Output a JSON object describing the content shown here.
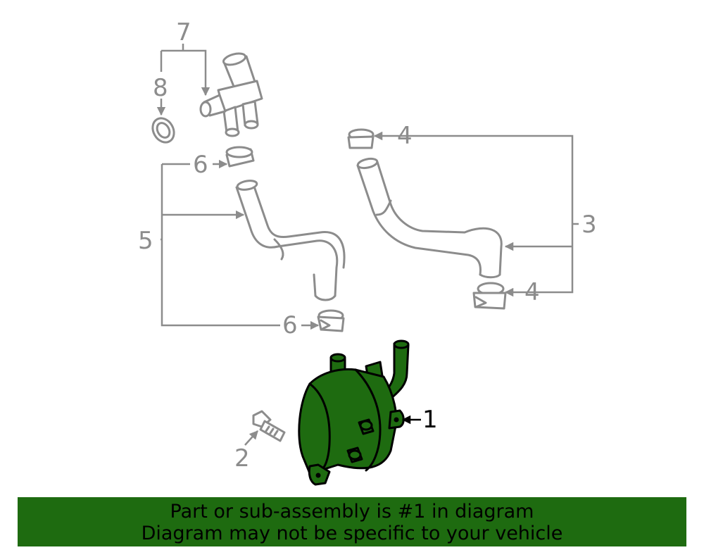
{
  "callouts": {
    "c1": "1",
    "c2": "2",
    "c3": "3",
    "c4a": "4",
    "c4b": "4",
    "c5": "5",
    "c6a": "6",
    "c6b": "6",
    "c7": "7",
    "c8": "8"
  },
  "banner": {
    "line1": "Part or sub-assembly is #1 in diagram",
    "line2": "Diagram may not be specific to your vehicle"
  },
  "colors": {
    "highlight": "#1e6b10",
    "line": "#8c8c8c"
  }
}
